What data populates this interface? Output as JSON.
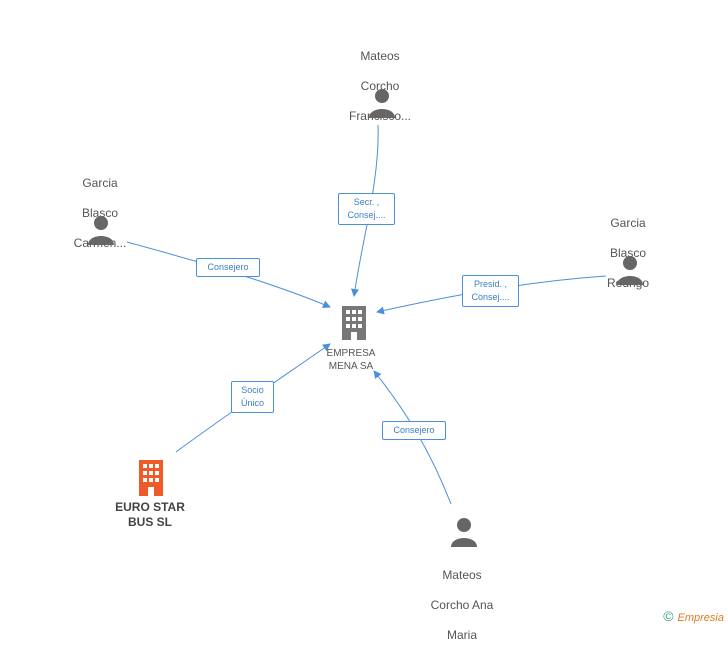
{
  "center": {
    "label_line1": "EMPRESA",
    "label_line2": "MENA SA"
  },
  "company": {
    "label_line1": "EURO STAR",
    "label_line2": "BUS SL"
  },
  "persons": [
    {
      "id": "mateos-francisco",
      "lines": [
        "Mateos",
        "Corcho",
        "Francisco..."
      ]
    },
    {
      "id": "garcia-carmen",
      "lines": [
        "Garcia",
        "Blasco",
        "Carmen..."
      ]
    },
    {
      "id": "garcia-rodrigo",
      "lines": [
        "Garcia",
        "Blasco",
        "Rodrigo"
      ]
    },
    {
      "id": "mateos-ana",
      "lines": [
        "Mateos",
        "Corcho Ana",
        "Maria"
      ]
    }
  ],
  "edges": [
    {
      "id": "edge-mateos-francisco",
      "label_line1": "Secr. ,",
      "label_line2": "Consej...."
    },
    {
      "id": "edge-garcia-carmen",
      "label_line1": "Consejero",
      "label_line2": ""
    },
    {
      "id": "edge-garcia-rodrigo",
      "label_line1": "Presid. ,",
      "label_line2": "Consej...."
    },
    {
      "id": "edge-euro-star",
      "label_line1": "Socio",
      "label_line2": "Único"
    },
    {
      "id": "edge-mateos-ana",
      "label_line1": "Consejero",
      "label_line2": ""
    }
  ],
  "colors": {
    "edge": "#4a90d9",
    "person_icon": "#666666",
    "center_building": "#777777",
    "company_building": "#f05a28"
  },
  "footer": {
    "copyright_symbol": "©",
    "brand": "Empresia"
  }
}
